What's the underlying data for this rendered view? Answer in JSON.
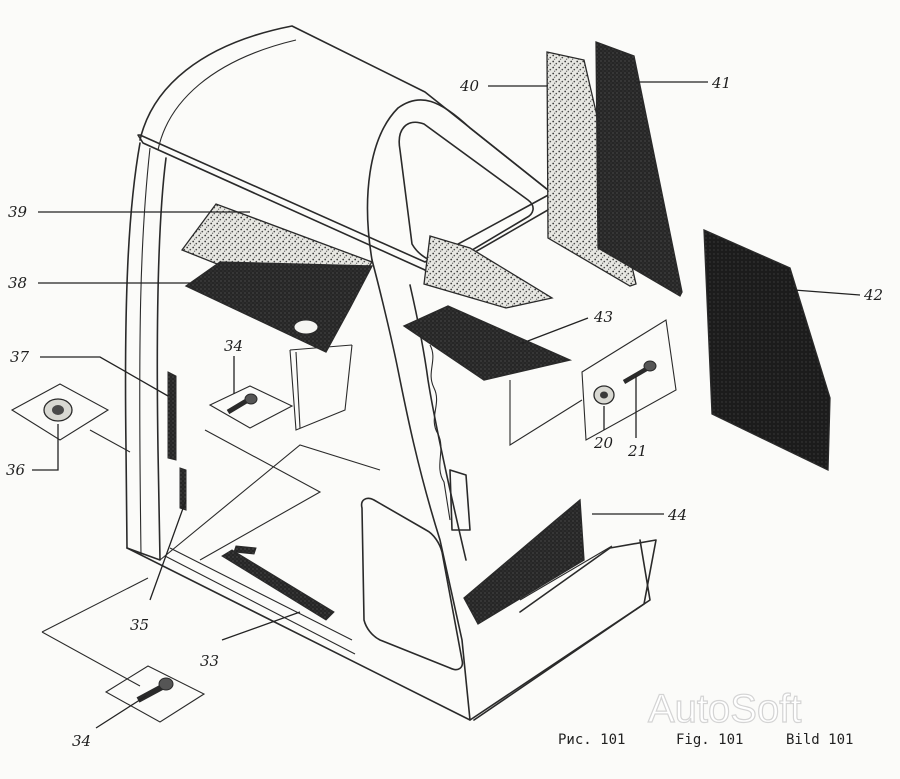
{
  "callouts": {
    "c40": "40",
    "c41": "41",
    "c39": "39",
    "c38": "38",
    "c42": "42",
    "c43": "43",
    "c37": "37",
    "c34a": "34",
    "c36": "36",
    "c20": "20",
    "c21": "21",
    "c44": "44",
    "c35": "35",
    "c33": "33",
    "c34b": "34"
  },
  "captions": {
    "ru": "Рис. 101",
    "en": "Fig. 101",
    "de": "Bild 101"
  },
  "watermark": "AutoSoft"
}
